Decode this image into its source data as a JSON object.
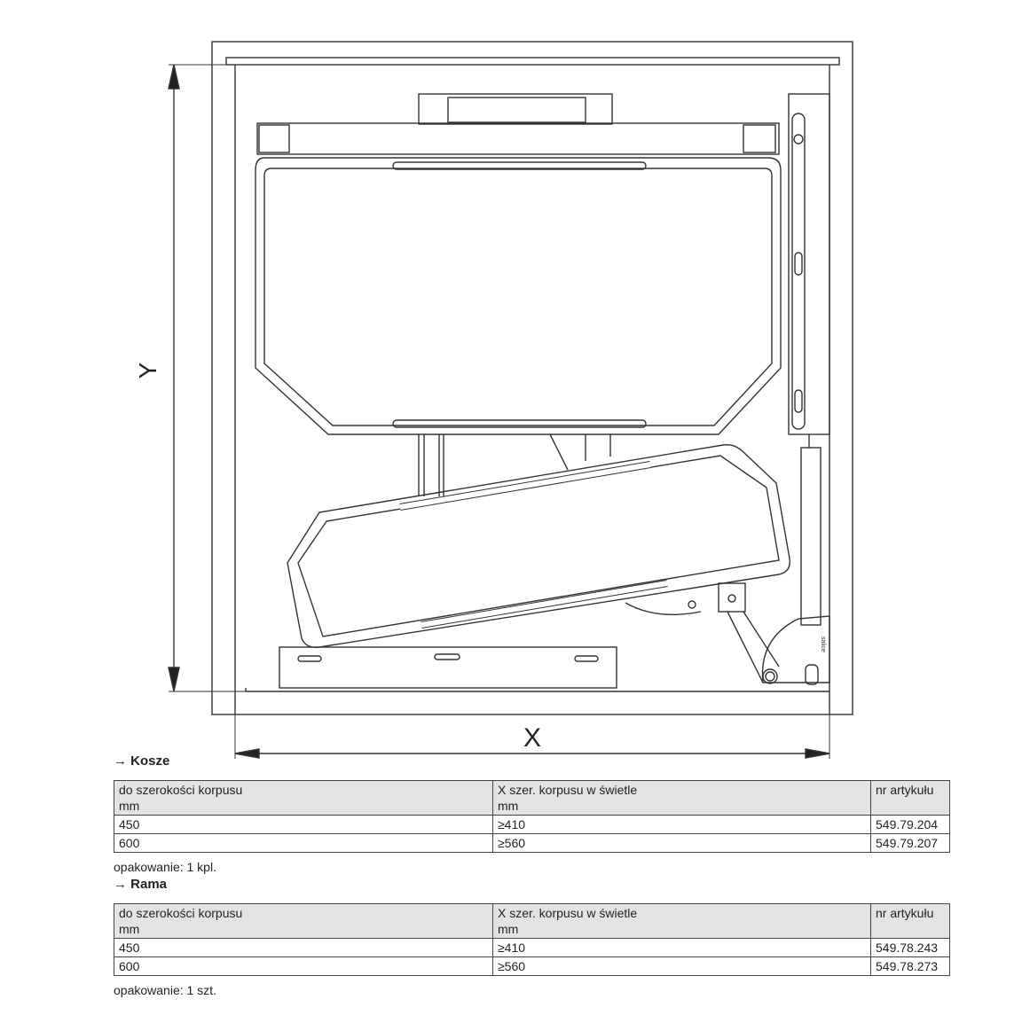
{
  "drawing": {
    "dimension_y_label": "Y",
    "dimension_x_label": "X",
    "brand_mark": "salice"
  },
  "sections": [
    {
      "title": "Kosze",
      "headers": [
        [
          "do szerokości korpusu",
          "mm"
        ],
        [
          "X szer. korpusu w świetle",
          "mm"
        ],
        [
          "nr artykułu"
        ]
      ],
      "rows": [
        [
          "450",
          "≥410",
          "549.79.204"
        ],
        [
          "600",
          "≥560",
          "549.79.207"
        ]
      ],
      "packaging": "opakowanie: 1 kpl."
    },
    {
      "title": "Rama",
      "headers": [
        [
          "do szerokości korpusu",
          "mm"
        ],
        [
          "X szer. korpusu w świetle",
          "mm"
        ],
        [
          "nr artykułu"
        ]
      ],
      "rows": [
        [
          "450",
          "≥410",
          "549.78.243"
        ],
        [
          "600",
          "≥560",
          "549.78.273"
        ]
      ],
      "packaging": "opakowanie: 1 szt."
    }
  ]
}
